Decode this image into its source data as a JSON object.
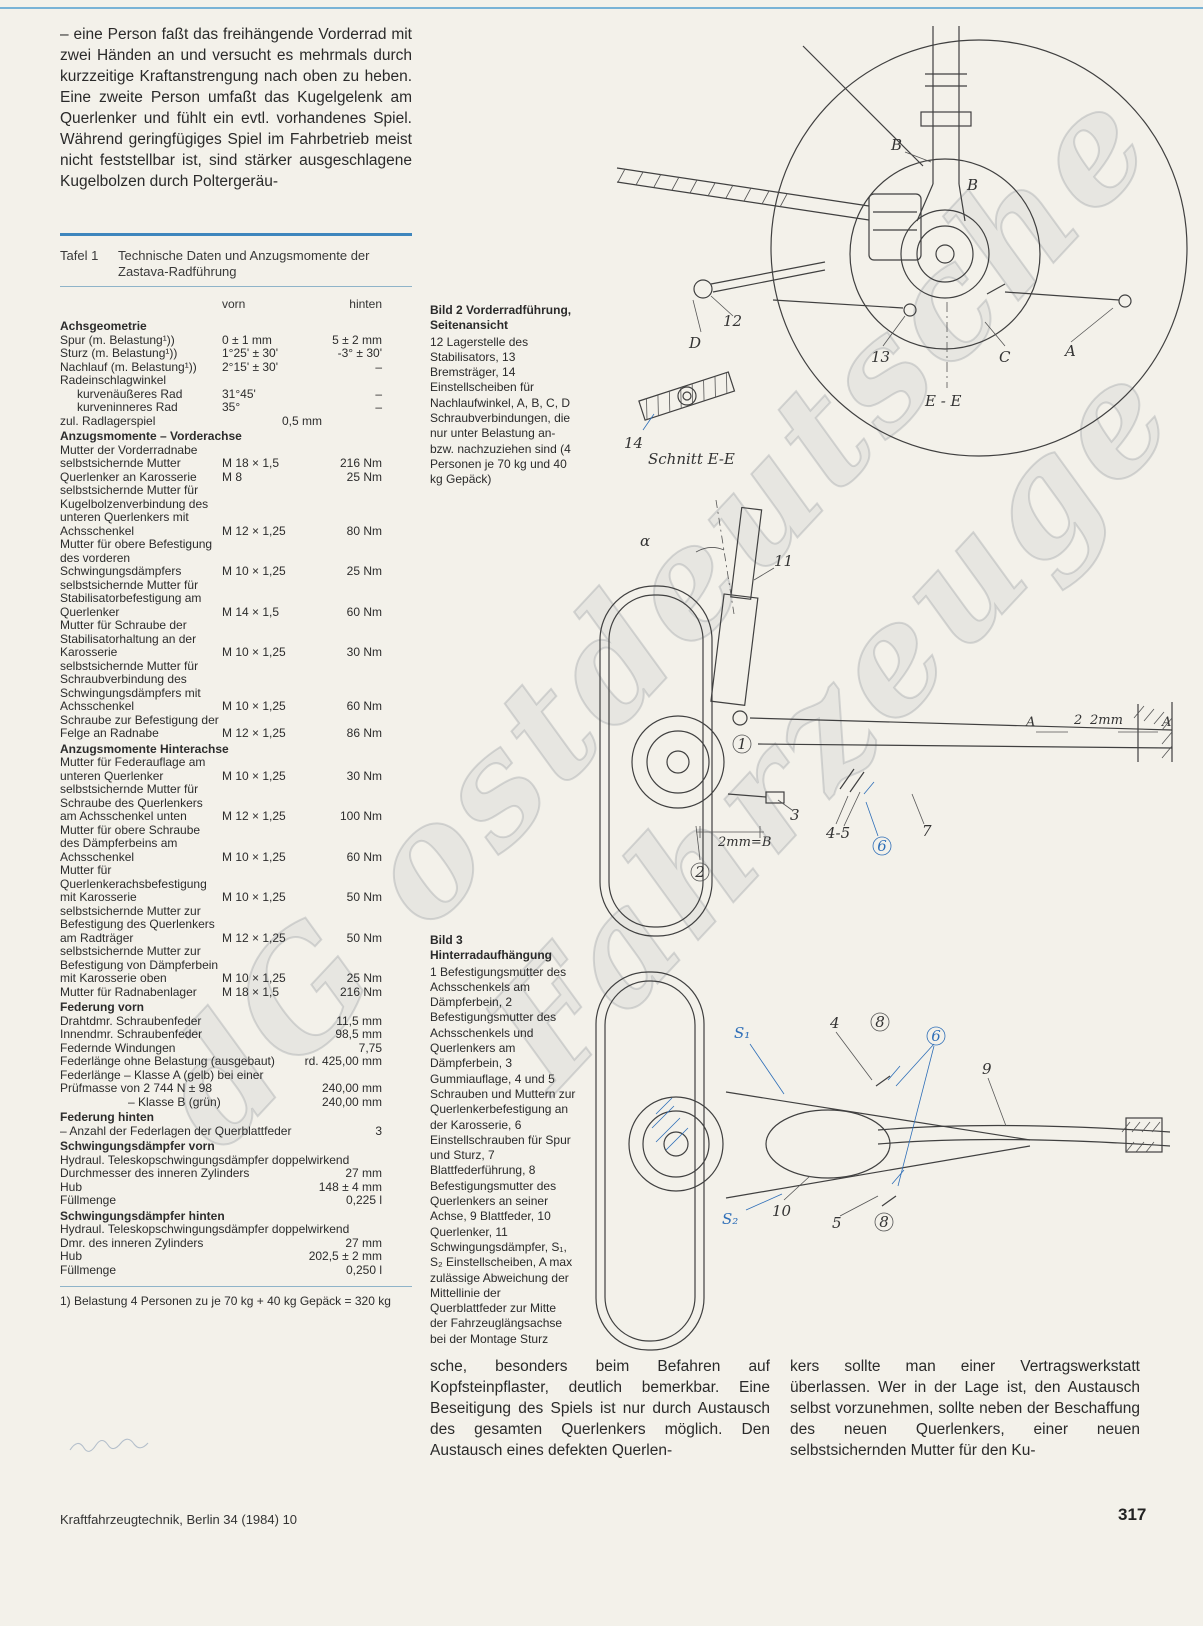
{
  "page": {
    "background": "#f3f1ea",
    "accent_blue": "#3e86bd",
    "footer_left": "Kraftfahrzeugtechnik, Berlin 34 (1984) 10",
    "page_number": "317"
  },
  "watermark": {
    "line1": "dG ostdeutsche",
    "line2": "Fahrzeuge"
  },
  "intro_text": "– eine Person faßt das freihängende Vorderrad mit zwei Händen an und versucht es mehrmals durch kurzzeitige Kraftanstrengung nach oben zu heben. Eine zweite Person umfaßt das Kugelgelenk am Querlenker und fühlt ein evtl. vorhandenes Spiel. Während geringfügiges Spiel im Fahrbetrieb meist nicht feststellbar ist, sind stärker ausgeschlagene Kugelbolzen durch Poltergeräu-",
  "tafel": {
    "label": "Tafel 1",
    "title": "Technische Daten und Anzugsmomente der Zastava-Radführung",
    "col_vorn": "vorn",
    "col_hinten": "hinten",
    "rows": [
      [
        "s",
        "Achsgeometrie",
        "",
        "",
        0
      ],
      [
        "r",
        "Spur (m. Belastung¹))",
        "0 ± 1 mm",
        "5 ± 2 mm",
        0
      ],
      [
        "r",
        "Sturz (m. Belastung¹))",
        "1°25' ± 30'",
        "-3° ± 30'",
        0
      ],
      [
        "r",
        "Nachlauf (m. Belastung¹))",
        "2°15' ± 30'",
        "–",
        0
      ],
      [
        "p",
        "Radeinschlagwinkel",
        "",
        "",
        0
      ],
      [
        "r",
        "kurvenäußeres Rad",
        "31°45'",
        "–",
        1
      ],
      [
        "r",
        "kurveninneres Rad",
        "35°",
        "–",
        1
      ],
      [
        "c",
        "zul. Radlagerspiel",
        "0,5 mm",
        "",
        0
      ],
      [
        "s",
        "Anzugsmomente – Vorderachse",
        "",
        "",
        0
      ],
      [
        "r",
        "Mutter der Vorderradnabe selbstsichernde Mutter",
        "M 18 × 1,5",
        "216 Nm",
        0
      ],
      [
        "r",
        "Querlenker an Karosserie",
        "M 8",
        "25 Nm",
        0
      ],
      [
        "r",
        "selbstsichernde Mutter für Kugelbolzenverbindung des unteren Querlenkers mit Achsschenkel",
        "M 12 × 1,25",
        "80 Nm",
        0
      ],
      [
        "r",
        "Mutter für obere Befestigung des vorderen Schwingungsdämpfers",
        "M 10 × 1,25",
        "25 Nm",
        0
      ],
      [
        "r",
        "selbstsichernde Mutter für Stabilisatorbefestigung am Querlenker",
        "M 14 × 1,5",
        "60 Nm",
        0
      ],
      [
        "r",
        "Mutter für Schraube der Stabilisatorhaltung an der Karosserie",
        "M 10 × 1,25",
        "30 Nm",
        0
      ],
      [
        "r",
        "selbstsichernde Mutter für Schraubverbindung des Schwingungsdämpfers mit Achsschenkel",
        "M 10 × 1,25",
        "60 Nm",
        0
      ],
      [
        "r",
        "Schraube zur Befestigung der Felge an Radnabe",
        "M 12 × 1,25",
        "86 Nm",
        0
      ],
      [
        "s",
        "Anzugsmomente Hinterachse",
        "",
        "",
        0
      ],
      [
        "r",
        "Mutter für Federauflage am unteren Querlenker",
        "M 10 × 1,25",
        "30 Nm",
        0
      ],
      [
        "r",
        "selbstsichernde Mutter für Schraube des Querlenkers am Achsschenkel unten",
        "M 12 × 1,25",
        "100 Nm",
        0
      ],
      [
        "r",
        "Mutter für obere Schraube des Dämpferbeins am Achsschenkel",
        "M 10 × 1,25",
        "60 Nm",
        0
      ],
      [
        "r",
        "Mutter für Querlenkerachsbefestigung mit Karosserie",
        "M 10 × 1,25",
        "50 Nm",
        0
      ],
      [
        "r",
        "selbstsichernde Mutter zur Befestigung des Querlenkers am Radträger",
        "M 12 × 1,25",
        "50 Nm",
        0
      ],
      [
        "r",
        "selbstsichernde Mutter zur Befestigung von Dämpferbein mit Karosserie oben",
        "M 10 × 1,25",
        "25 Nm",
        0
      ],
      [
        "r",
        "Mutter für Radnabenlager",
        "M 18 × 1,5",
        "216 Nm",
        0
      ],
      [
        "s",
        "Federung vorn",
        "",
        "",
        0
      ],
      [
        "r",
        "Drahtdmr. Schraubenfeder",
        "",
        "11,5 mm",
        0
      ],
      [
        "r",
        "Innendmr. Schraubenfeder",
        "",
        "98,5 mm",
        0
      ],
      [
        "r",
        "Federnde Windungen",
        "",
        "7,75",
        0
      ],
      [
        "r",
        "Federlänge ohne Belastung (ausgebaut)",
        "",
        "rd. 425,00 mm",
        0
      ],
      [
        "r",
        "Federlänge – Klasse A (gelb) bei einer Prüfmasse von 2 744 N ± 98",
        "",
        "240,00 mm",
        0
      ],
      [
        "r",
        "– Klasse B (grün)",
        "",
        "240,00 mm",
        4
      ],
      [
        "s",
        "Federung hinten",
        "",
        "",
        0
      ],
      [
        "r",
        "– Anzahl der Federlagen der Querblattfeder",
        "",
        "3",
        0
      ],
      [
        "s",
        "Schwingungsdämpfer vorn",
        "",
        "",
        0
      ],
      [
        "p",
        "Hydraul. Teleskopschwingungsdämpfer doppelwirkend",
        "",
        "",
        0
      ],
      [
        "r",
        "Durchmesser des inneren Zylinders",
        "",
        "27 mm",
        0
      ],
      [
        "r",
        "Hub",
        "",
        "148 ± 4 mm",
        0
      ],
      [
        "r",
        "Füllmenge",
        "",
        "0,225 l",
        0
      ],
      [
        "s",
        "Schwingungsdämpfer hinten",
        "",
        "",
        0
      ],
      [
        "p",
        "Hydraul. Teleskopschwingungsdämpfer doppelwirkend",
        "",
        "",
        0
      ],
      [
        "r",
        "Dmr. des inneren Zylinders",
        "",
        "27 mm",
        0
      ],
      [
        "r",
        "Hub",
        "",
        "202,5 ± 2 mm",
        0
      ],
      [
        "r",
        "Füllmenge",
        "",
        "0,250 l",
        0
      ]
    ],
    "footnote": "1) Belastung 4 Personen zu je 70 kg + 40 kg Gepäck = 320 kg"
  },
  "fig2": {
    "caption_title": "Bild 2  Vorderradführung, Seitenansicht",
    "caption_body": "12 Lagerstelle des Stabilisators, 13 Bremsträger, 14 Einstellscheiben für Nachlaufwinkel, A, B, C, D Schraubverbindungen, die nur unter Belastung an- bzw. nachzuziehen sind (4 Personen je 70 kg und 40 kg Gepäck)",
    "labels": {
      "b1": "B",
      "b2": "B",
      "n12": "12",
      "n13": "13",
      "n14": "14",
      "a": "A",
      "c": "C",
      "d": "D",
      "ee": "E - E",
      "schnitt": "Schnitt E-E"
    }
  },
  "fig3": {
    "caption_title": "Bild 3  Hinterradaufhängung",
    "caption_body": "1 Befestigungsmutter des Achsschenkels am Dämpferbein, 2 Befestigungsmutter des Achsschenkels und Querlenkers am Dämpferbein, 3 Gummiauflage, 4 und 5 Schrauben und Muttern zur Querlenkerbefestigung an der Karosserie, 6 Einstellschrauben für Spur und Sturz, 7 Blattfederführung, 8 Befestigungsmutter des Querlenkers an seiner Achse, 9 Blattfeder, 10 Querlenker, 11 Schwingungsdämpfer, S₁, S₂ Einstellscheiben, A max zulässige Abweichung der Mittellinie der Querblattfeder zur Mitte der Fahrzeuglängsachse bei der Montage Sturz",
    "labels": {
      "alpha": "α",
      "n11": "11",
      "c1": "1",
      "c2": "2",
      "n3": "3",
      "n45": "4-5",
      "c6": "6",
      "n7": "7",
      "b2mm": "2mm=B",
      "dimA1": "A",
      "dim2": "2",
      "dim2mm": "2mm",
      "dimA2": "A",
      "s1": "S₁",
      "s2": "S₂",
      "n4": "4",
      "c8a": "8",
      "c6b": "6",
      "n9": "9",
      "n10": "10",
      "n5": "5",
      "c8b": "8"
    }
  },
  "bottom_text": {
    "col1": "sche, besonders beim Befahren auf Kopfsteinpflaster, deutlich bemerkbar. Eine Beseitigung des Spiels ist nur durch Austausch des gesamten Querlenkers möglich. Den Austausch eines defekten Querlen-",
    "col2": "kers sollte man einer Vertragswerkstatt überlassen. Wer in der Lage ist, den Austausch selbst vorzunehmen, sollte neben der Beschaffung des neuen Querlenkers, einer neuen selbstsichernden Mutter für den Ku-"
  }
}
